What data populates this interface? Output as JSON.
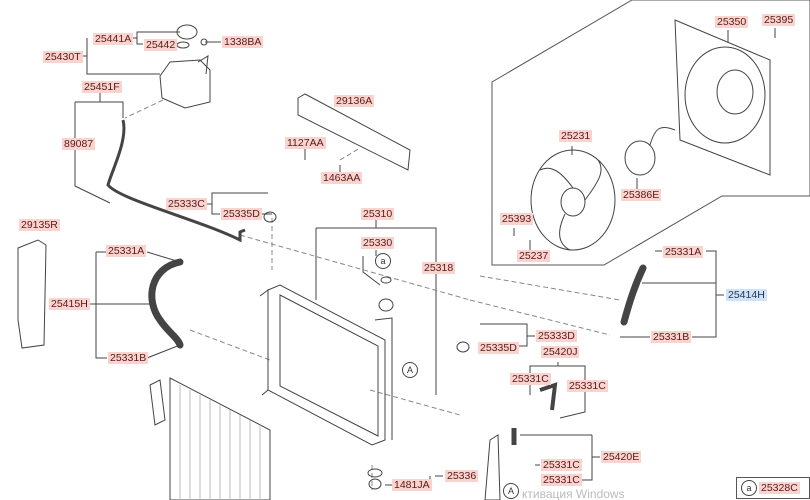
{
  "diagram": {
    "selected_part": "25414H",
    "colors": {
      "label_bg": "#f9d3cd",
      "label_text": "#5a1a1a",
      "selected_bg": "#cfe2f8",
      "selected_text": "#1d3550",
      "line": "#555555"
    },
    "parts": {
      "p25441A": "25441A",
      "p25442": "25442",
      "p1338BA": "1338BA",
      "p25430T": "25430T",
      "p25451F": "25451F",
      "p89087": "89087",
      "p29136A": "29136A",
      "p1127AA": "1127AA",
      "p1463AA": "1463AA",
      "p25333C": "25333C",
      "p25335D_l": "25335D",
      "p29135R": "29135R",
      "p25310": "25310",
      "p25330": "25330",
      "p25318": "25318",
      "p25331A_l": "25331A",
      "p25415H": "25415H",
      "p25331B_l": "25331B",
      "p25350": "25350",
      "p25395": "25395",
      "p25231": "25231",
      "p25386E": "25386E",
      "p25393": "25393",
      "p25237": "25237",
      "p25331A_r": "25331A",
      "p25414H": "25414H",
      "p25331B_r": "25331B",
      "p25333D": "25333D",
      "p25335D_r": "25335D",
      "p25420J": "25420J",
      "p25331C_1": "25331C",
      "p25331C_2": "25331C",
      "p25420E": "25420E",
      "p25331C_3": "25331C",
      "p25331C_4": "25331C",
      "p25336": "25336",
      "p1481JA": "1481JA"
    },
    "markers": {
      "a": "a",
      "A": "A"
    },
    "legend": {
      "marker": "a",
      "part": "25328C"
    }
  },
  "watermark": "ктивация Windows"
}
